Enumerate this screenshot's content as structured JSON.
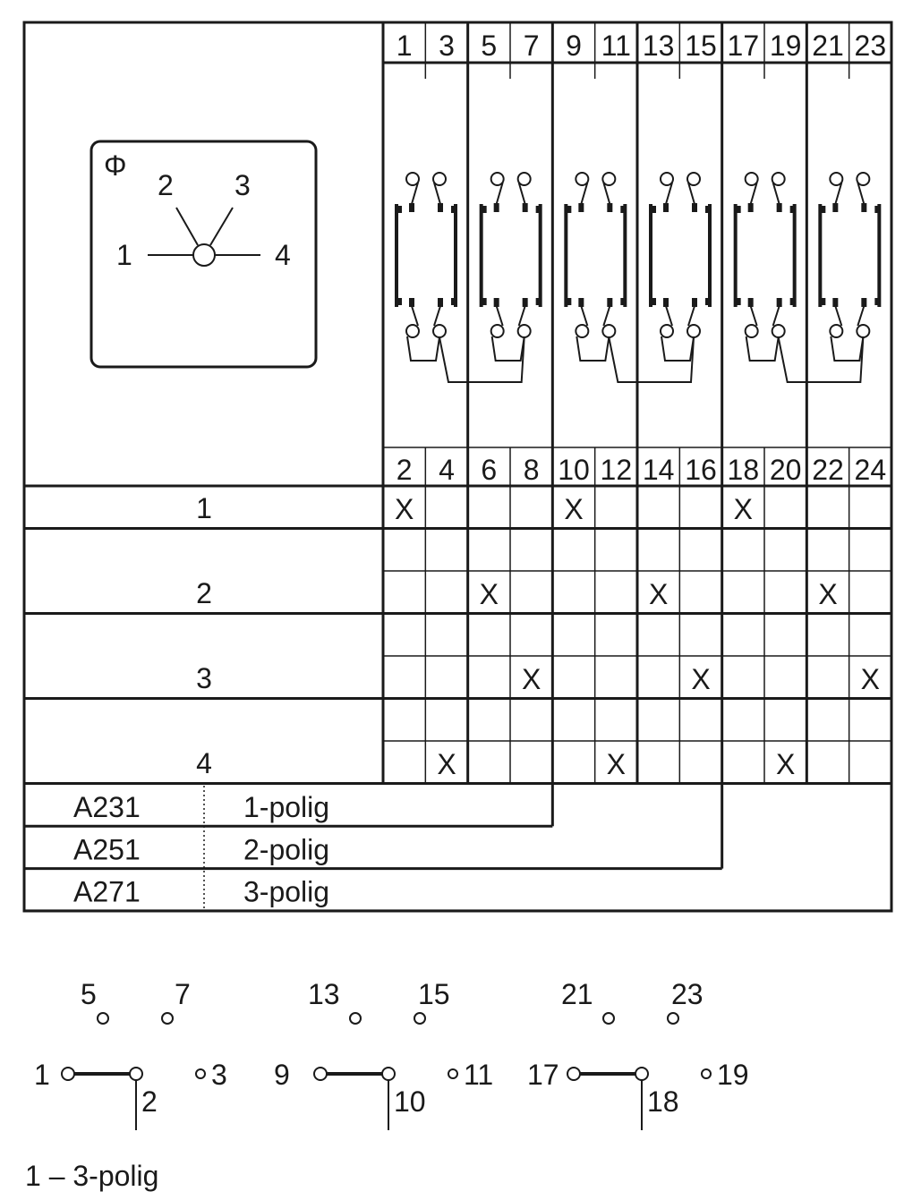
{
  "symbol": {
    "phase": "Φ",
    "positions": [
      "1",
      "2",
      "3",
      "4"
    ]
  },
  "top_terminals": [
    "1",
    "3",
    "5",
    "7",
    "9",
    "11",
    "13",
    "15",
    "17",
    "19",
    "21",
    "23"
  ],
  "bottom_terminals": [
    "2",
    "4",
    "6",
    "8",
    "10",
    "12",
    "14",
    "16",
    "18",
    "20",
    "22",
    "24"
  ],
  "rows": [
    {
      "label": "1",
      "marks": [
        0,
        4,
        8
      ]
    },
    {
      "label": "",
      "marks": []
    },
    {
      "label": "2",
      "marks": [
        2,
        6,
        10
      ]
    },
    {
      "label": "",
      "marks": []
    },
    {
      "label": "3",
      "marks": [
        3,
        7,
        11
      ]
    },
    {
      "label": "",
      "marks": []
    },
    {
      "label": "4",
      "marks": [
        1,
        5,
        9
      ]
    }
  ],
  "mark_symbol": "X",
  "variants": [
    {
      "code": "A231",
      "label": "1-polig",
      "decks": 2
    },
    {
      "code": "A251",
      "label": "2-polig",
      "decks": 4
    },
    {
      "code": "A271",
      "label": "3-polig",
      "decks": 6
    }
  ],
  "schematic": {
    "groups": [
      {
        "top": [
          "5",
          "7"
        ],
        "left": "1",
        "center": "2",
        "right": "3"
      },
      {
        "top": [
          "13",
          "15"
        ],
        "left": "9",
        "center": "10",
        "right": "11"
      },
      {
        "top": [
          "21",
          "23"
        ],
        "left": "17",
        "center": "18",
        "right": "19"
      }
    ],
    "caption": "1 – 3-polig"
  },
  "colors": {
    "ink": "#1a1a1a",
    "background": "#ffffff"
  }
}
